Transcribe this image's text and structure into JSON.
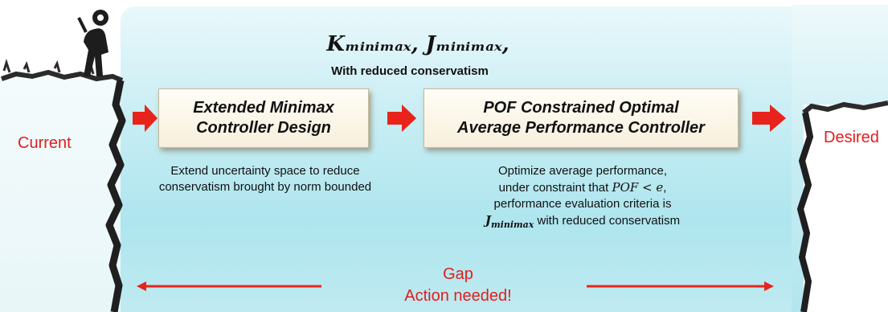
{
  "header": {
    "math_title": "Kₘᵢₙᵢₘₐₓ, Jₘᵢₙᵢₘₐₓ,",
    "subtitle": "With reduced conservatism"
  },
  "stages": {
    "current": "Current",
    "desired": "Desired"
  },
  "boxes": [
    {
      "label": "Extended Minimax\nController Design"
    },
    {
      "label": "POF Constrained Optimal\nAverage Performance Controller"
    }
  ],
  "descriptions": {
    "box1": "Extend uncertainty space to reduce conservatism brought by norm bounded",
    "box2_line1": "Optimize average performance,",
    "box2_line2_pre": "under constraint that ",
    "box2_line2_math": "POF < e",
    "box2_line2_post": ",",
    "box2_line3": "performance evaluation criteria is",
    "box2_line4_math": "J",
    "box2_line4_sub": "minimax",
    "box2_line4_post": " with reduced conservatism"
  },
  "gap": {
    "line1": "Gap",
    "line2": "Action needed!"
  },
  "colors": {
    "accent": "#e21d1d",
    "box_bg": "#fbf4e4",
    "sky": "#bfeaf1"
  }
}
